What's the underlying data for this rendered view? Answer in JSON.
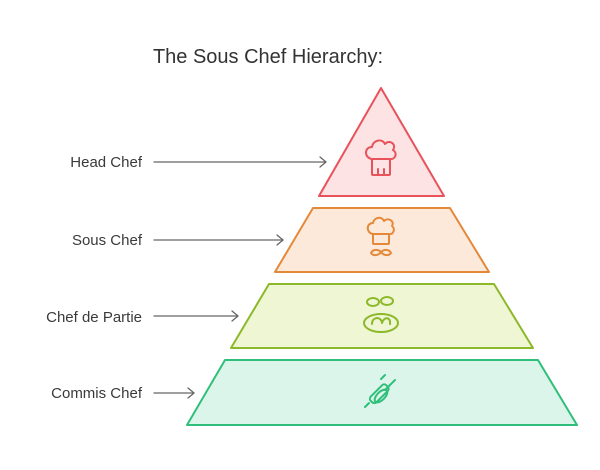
{
  "title": "The Sous Chef Hierarchy:",
  "levels": [
    {
      "label": "Head Chef",
      "icon": "chef-hat-icon",
      "fill": "#fde3e4",
      "stroke": "#e8525b"
    },
    {
      "label": "Sous Chef",
      "icon": "chef-hat-mustache-icon",
      "fill": "#fde9d9",
      "stroke": "#e4883a"
    },
    {
      "label": "Chef de Partie",
      "icon": "plated-dish-icon",
      "fill": "#eef6d3",
      "stroke": "#8cb82a"
    },
    {
      "label": "Commis Chef",
      "icon": "rolling-pin-whisk-icon",
      "fill": "#dcf5ea",
      "stroke": "#2fbf7a"
    }
  ]
}
